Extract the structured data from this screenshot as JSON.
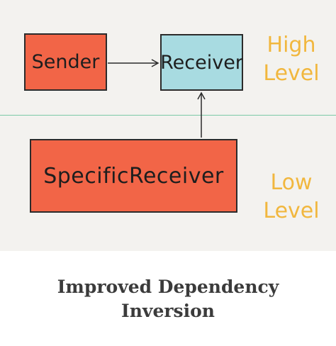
{
  "diagram": {
    "boxes": {
      "sender": "Sender",
      "receiver": "Receiver",
      "specific_receiver": "SpecificReceiver"
    },
    "levels": {
      "high_line1": "High",
      "high_line2": "Level",
      "low_line1": "Low",
      "low_line2": "Level"
    }
  },
  "caption": {
    "line1": "Improved Dependency",
    "line2": "Inversion"
  },
  "colors": {
    "background_panel": "#f3f2ef",
    "sender_fill": "#f26547",
    "receiver_fill": "#a8dbe1",
    "specific_receiver_fill": "#f26547",
    "level_text": "#f1b73e",
    "divider": "#7ac9a6",
    "caption_text": "#3b3b3b"
  }
}
